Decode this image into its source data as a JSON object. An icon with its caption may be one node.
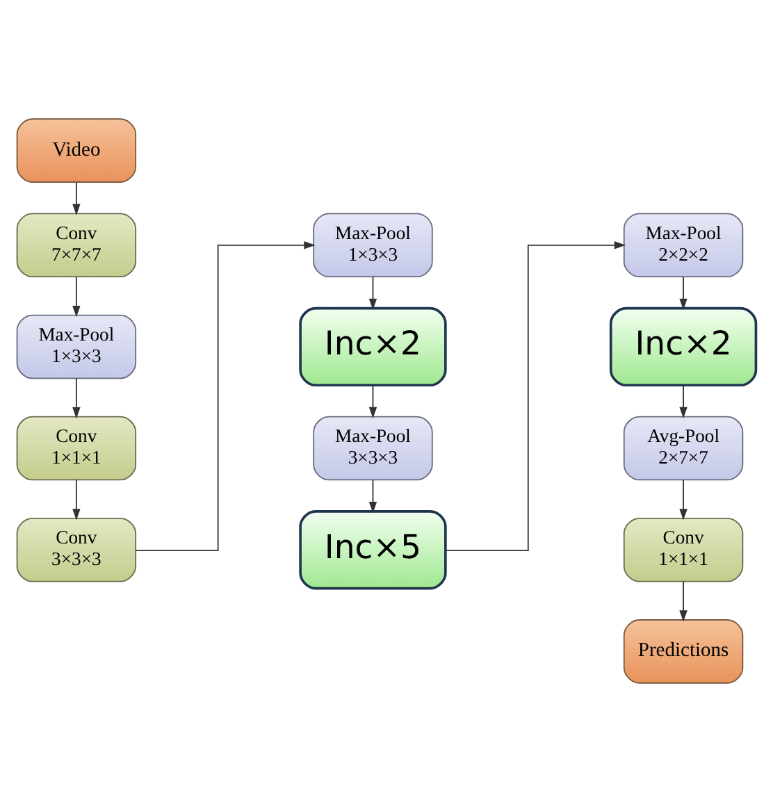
{
  "diagram": {
    "nodes": [
      {
        "text": [
          "Video"
        ]
      },
      {
        "text": [
          "Conv 7×7×7"
        ]
      },
      {
        "text": [
          "Max-Pool 1×3×3"
        ]
      },
      {
        "text": [
          "Conv 1×1×1"
        ]
      },
      {
        "text": [
          "Conv 3×3×3"
        ]
      },
      {
        "text": [
          "Max-Pool 1×3×3"
        ]
      },
      {
        "text": [
          "Inc×2"
        ]
      },
      {
        "text": [
          "Max-Pool 3×3×3"
        ]
      },
      {
        "text": [
          "Inc×5"
        ]
      },
      {
        "text": [
          "Max-Pool 2×2×2"
        ]
      },
      {
        "text": [
          "Inc×2"
        ]
      },
      {
        "text": [
          "Avg-Pool 2×7×7"
        ]
      },
      {
        "text": [
          "Conv 1×1×1"
        ]
      },
      {
        "text": [
          "Predictions"
        ]
      }
    ],
    "edges": [
      {
        "from": 0,
        "to": 1,
        "arrow": "to"
      },
      {
        "from": 1,
        "to": 2,
        "arrow": "to"
      },
      {
        "from": 2,
        "to": 3,
        "arrow": "to"
      },
      {
        "from": 3,
        "to": 4,
        "arrow": "to"
      },
      {
        "from": 4,
        "to": 5,
        "arrow": "to"
      },
      {
        "from": 5,
        "to": 6,
        "arrow": "to"
      },
      {
        "from": 6,
        "to": 7,
        "arrow": "to"
      },
      {
        "from": 7,
        "to": 8,
        "arrow": "to"
      },
      {
        "from": 8,
        "to": 9,
        "arrow": "to"
      },
      {
        "from": 9,
        "to": 10,
        "arrow": "to"
      },
      {
        "from": 10,
        "to": 11,
        "arrow": "to"
      },
      {
        "from": 11,
        "to": 12,
        "arrow": "to"
      },
      {
        "from": 12,
        "to": 13,
        "arrow": "to"
      }
    ]
  }
}
